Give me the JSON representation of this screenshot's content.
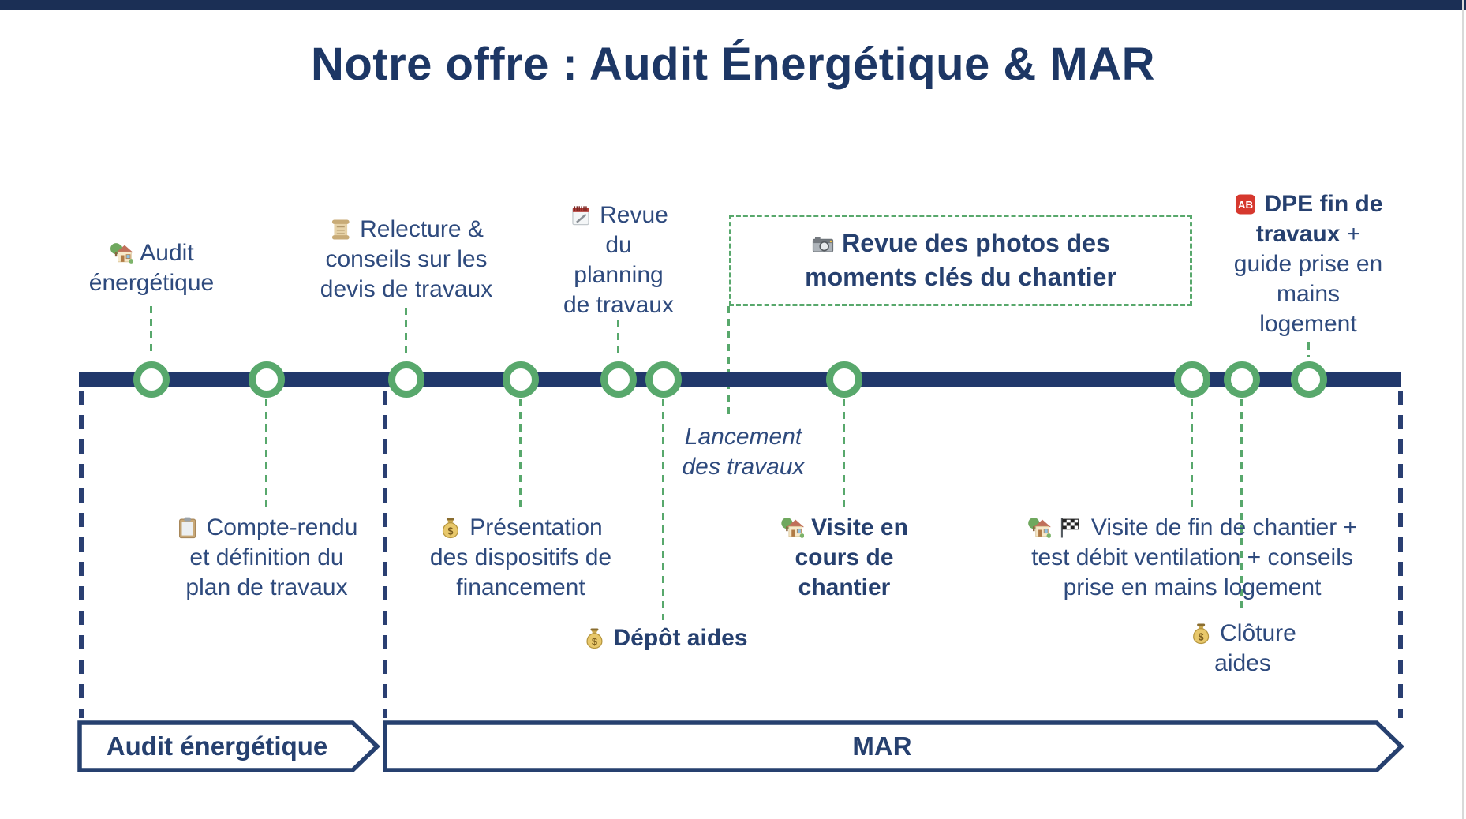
{
  "slide": {
    "title": "Notre offre : Audit Énergétique & MAR"
  },
  "colors": {
    "top_bar": "#1b2f55",
    "timeline": "#21386b",
    "navy_dash": "#2a3f72",
    "green": "#58a86c",
    "text_regular": "#2e4a7d",
    "text_bold": "#26406f"
  },
  "icons": {
    "ab": "AB",
    "dollar": "$"
  },
  "timeline": {
    "events_above": {
      "audit": {
        "icon": "house-icon",
        "line1": "Audit",
        "line2": "énergétique"
      },
      "relecture": {
        "icon": "scroll-icon",
        "line1": "Relecture &",
        "line2": "conseils sur les",
        "line3": "devis de travaux"
      },
      "planning": {
        "icon": "notepad-icon",
        "line1": "Revue",
        "line2": "du",
        "line3": "planning",
        "line4": "de travaux"
      },
      "photos": {
        "icon": "camera-icon",
        "line1": "Revue des photos des",
        "line2": "moments clés du chantier"
      },
      "dpe": {
        "icon": "ab-icon",
        "line1_bold": "DPE fin de",
        "line2_bold": "travaux",
        "line2_rest": "+",
        "line3": "guide prise en",
        "line4": "mains",
        "line5": "logement"
      }
    },
    "events_below": {
      "lancement": {
        "line1": "Lancement",
        "line2": "des travaux"
      },
      "compte_rendu": {
        "icon": "clipboard-icon",
        "line1": "Compte-rendu",
        "line2": "et définition du",
        "line3": "plan de travaux"
      },
      "financement": {
        "icon": "moneybag-icon",
        "line1": "Présentation",
        "line2": "des dispositifs de",
        "line3": "financement"
      },
      "visite_cours": {
        "icon": "house-icon",
        "line1": "Visite en",
        "line2": "cours de",
        "line3": "chantier"
      },
      "visite_fin": {
        "icons": [
          "house-icon",
          "flag-icon"
        ],
        "line1": "Visite de fin de chantier +",
        "line2": "test débit ventilation + conseils",
        "line3": "prise en mains logement"
      },
      "depot_aides": {
        "icon": "moneybag-icon",
        "label": "Dépôt aides"
      },
      "cloture_aides": {
        "icon": "moneybag-icon",
        "line1": "Clôture",
        "line2": "aides"
      }
    }
  },
  "phases": {
    "audit": "Audit énergétique",
    "mar": "MAR"
  }
}
